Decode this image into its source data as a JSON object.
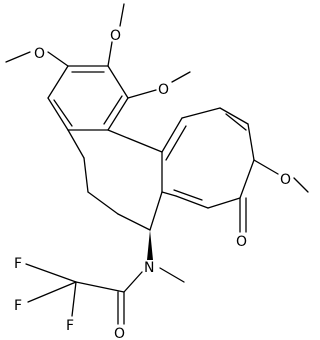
{
  "structure": {
    "atoms": {
      "o_top": "O",
      "o_left": "O",
      "o_ring": "O",
      "o_right": "O",
      "o_ketone": "O",
      "n_amide": "N",
      "f1": "F",
      "f2": "F",
      "f3": "F",
      "o_amide": "O"
    },
    "colors": {
      "bond": "#000000",
      "text": "#000000",
      "background": "#ffffff"
    }
  }
}
